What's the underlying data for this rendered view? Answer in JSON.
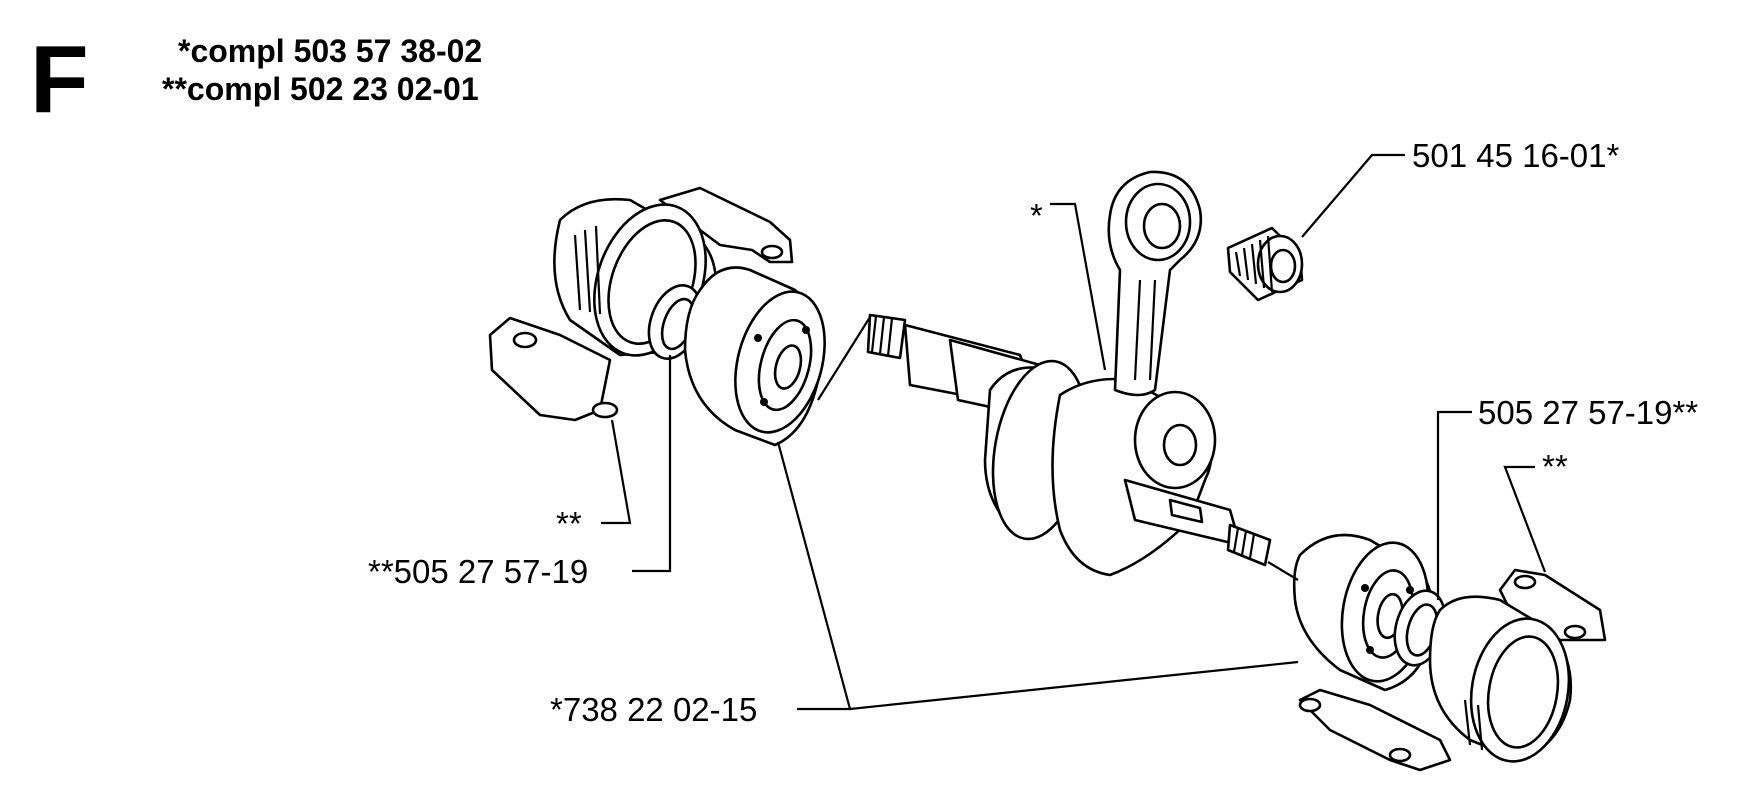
{
  "section_letter": "F",
  "header": {
    "line1": "*compl 503 57 38-02",
    "line2": "**compl 502 23 02-01"
  },
  "callouts": {
    "needle_bearing": "501 45 16-01*",
    "conrod": "*",
    "seal_right": "505 27 57-19**",
    "housing_right": "**",
    "housing_left": "**",
    "seal_left": "**505 27 57-19",
    "ball_bearing": "*738 22 02-15"
  }
}
